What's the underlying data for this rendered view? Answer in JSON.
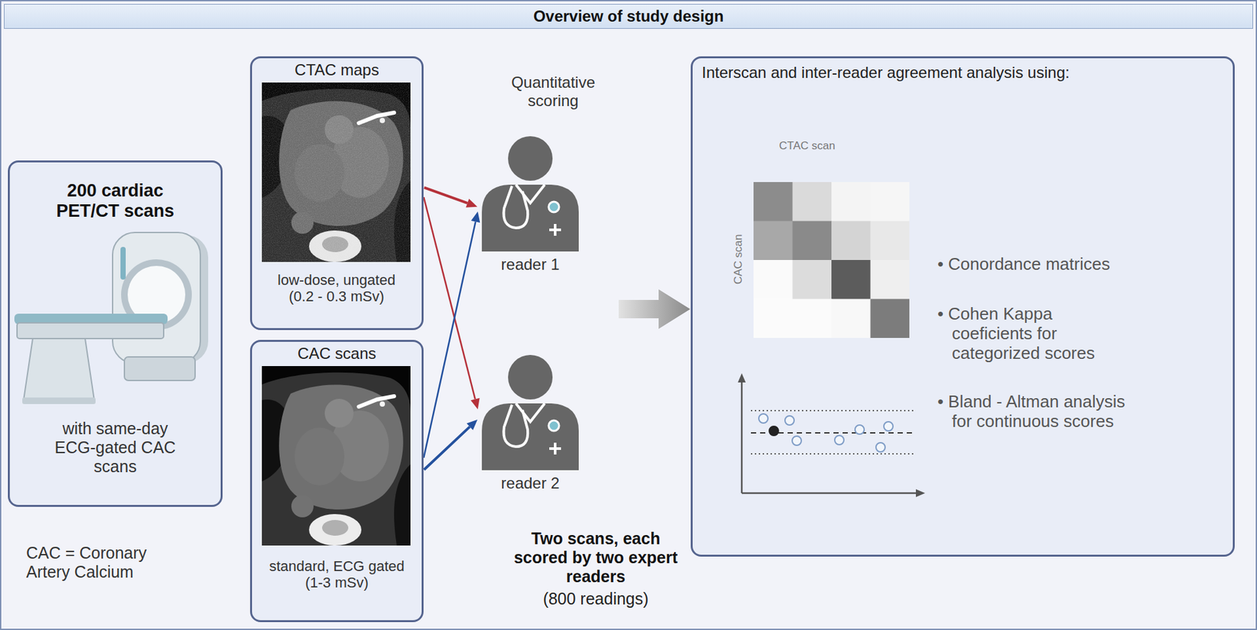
{
  "diagram": {
    "title": "Overview of study design",
    "nodes": [
      {
        "text": [
          "200 cardiac PET/CT scans",
          "with same-day ECG-gated CAC scans"
        ]
      },
      {
        "text": [
          "CTAC maps",
          "low-dose, ungated (0.2 - 0.3 mSv)"
        ]
      },
      {
        "text": [
          "CAC scans",
          "standard, ECG gated (1-3 mSv)"
        ]
      },
      {
        "text": [
          "reader 1"
        ]
      },
      {
        "text": [
          "reader 2"
        ]
      },
      {
        "text": [
          "Interscan and inter-reader agreement analysis using:",
          "• Conordance matrices",
          "• Cohen Kappa coeficients for categorized scores",
          "• Bland - Altman analysis for continuous scores"
        ]
      }
    ],
    "edges": [
      {
        "from": 1,
        "to": 3,
        "arrow": "to"
      },
      {
        "from": 1,
        "to": 4,
        "arrow": "to"
      },
      {
        "from": 2,
        "to": 3,
        "arrow": "to"
      },
      {
        "from": 2,
        "to": 4,
        "arrow": "to"
      },
      {
        "from": 3,
        "to": 5,
        "arrow": "to"
      },
      {
        "from": 4,
        "to": 5,
        "arrow": "to"
      }
    ],
    "labels": [
      "Quantitative scoring",
      "Two scans, each scored by two expert readers",
      "(800 readings)",
      "CAC = Coronary Artery Calcium",
      "CTAC scan",
      "CAC scan"
    ]
  }
}
